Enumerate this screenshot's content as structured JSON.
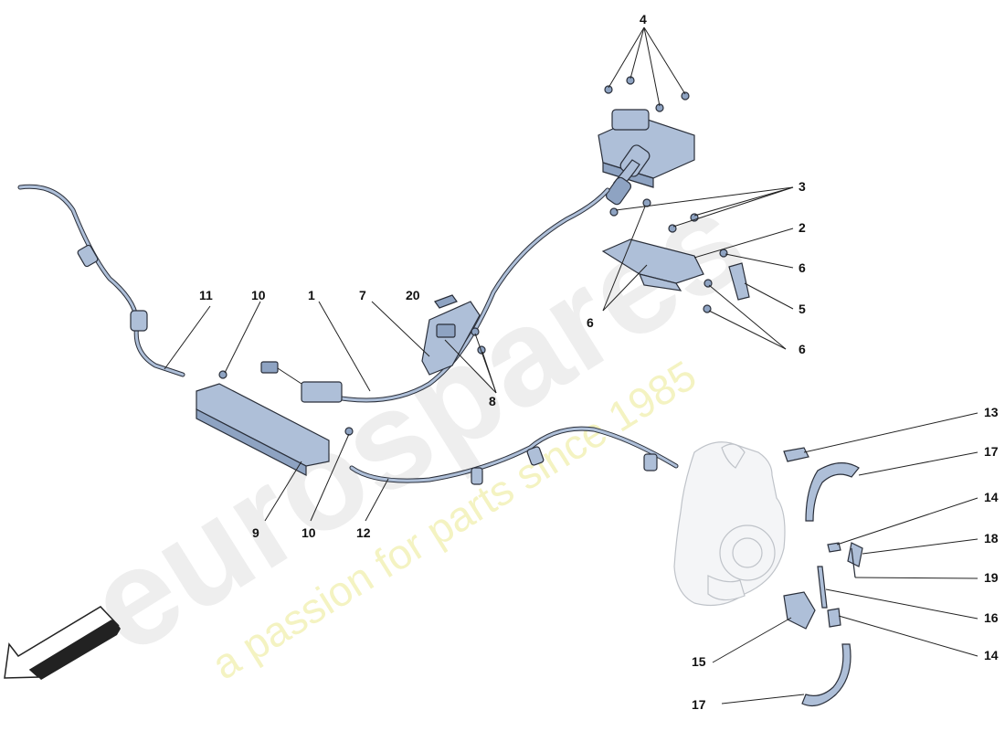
{
  "watermark": {
    "logo": "eurospares",
    "tagline": "a passion for parts since 1985"
  },
  "labels": {
    "l1": "1",
    "l2": "2",
    "l3": "3",
    "l4": "4",
    "l5": "5",
    "l6a": "6",
    "l6b": "6",
    "l6c": "6",
    "l7": "7",
    "l8": "8",
    "l9": "9",
    "l10a": "10",
    "l10b": "10",
    "l11": "11",
    "l12": "12",
    "l13": "13",
    "l14a": "14",
    "l14b": "14",
    "l15": "15",
    "l16": "16",
    "l17a": "17",
    "l17b": "17",
    "l18": "18",
    "l19": "19",
    "l20": "20"
  },
  "colors": {
    "part": "#aebfd8",
    "outline": "#2a2f3a",
    "watermark": "#eeeeee",
    "watermark_tagline": "#f4f3c2"
  },
  "icons": {
    "direction": "front-arrow-icon"
  }
}
